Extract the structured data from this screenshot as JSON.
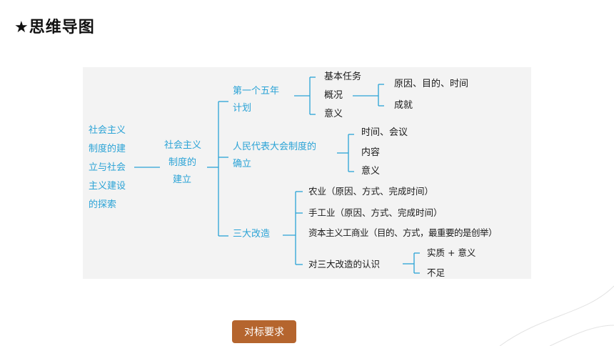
{
  "title": "★思维导图",
  "root": {
    "line1": "社会主义",
    "line2": "制度的建",
    "line3": "立与社会",
    "line4": "主义建设",
    "line5": "的探索"
  },
  "level1": {
    "line1": "社会主义",
    "line2": "制度的",
    "line3": "建立"
  },
  "branch1": {
    "line1": "第一个五年",
    "line2": "计划",
    "items": [
      "基本任务",
      "概况",
      "意义"
    ],
    "sub": [
      "原因、目的、时间",
      "成就"
    ]
  },
  "branch2": {
    "line1": "人民代表大会制度的",
    "line2": "确立",
    "items": [
      "时间、会议",
      "内容",
      "意义"
    ]
  },
  "branch3": {
    "label": "三大改造",
    "items": [
      "农业（原因、方式、完成时间）",
      "手工业（原因、方式、完成时间）",
      "资本主义工商业（目的、方式，最重要的是创举）",
      "对三大改造的认识"
    ],
    "sub": [
      "实质 + 意义",
      "不足"
    ]
  },
  "button": "对标要求",
  "colors": {
    "accent_blue": "#2ba3d6",
    "button_bg": "#b5652e"
  }
}
